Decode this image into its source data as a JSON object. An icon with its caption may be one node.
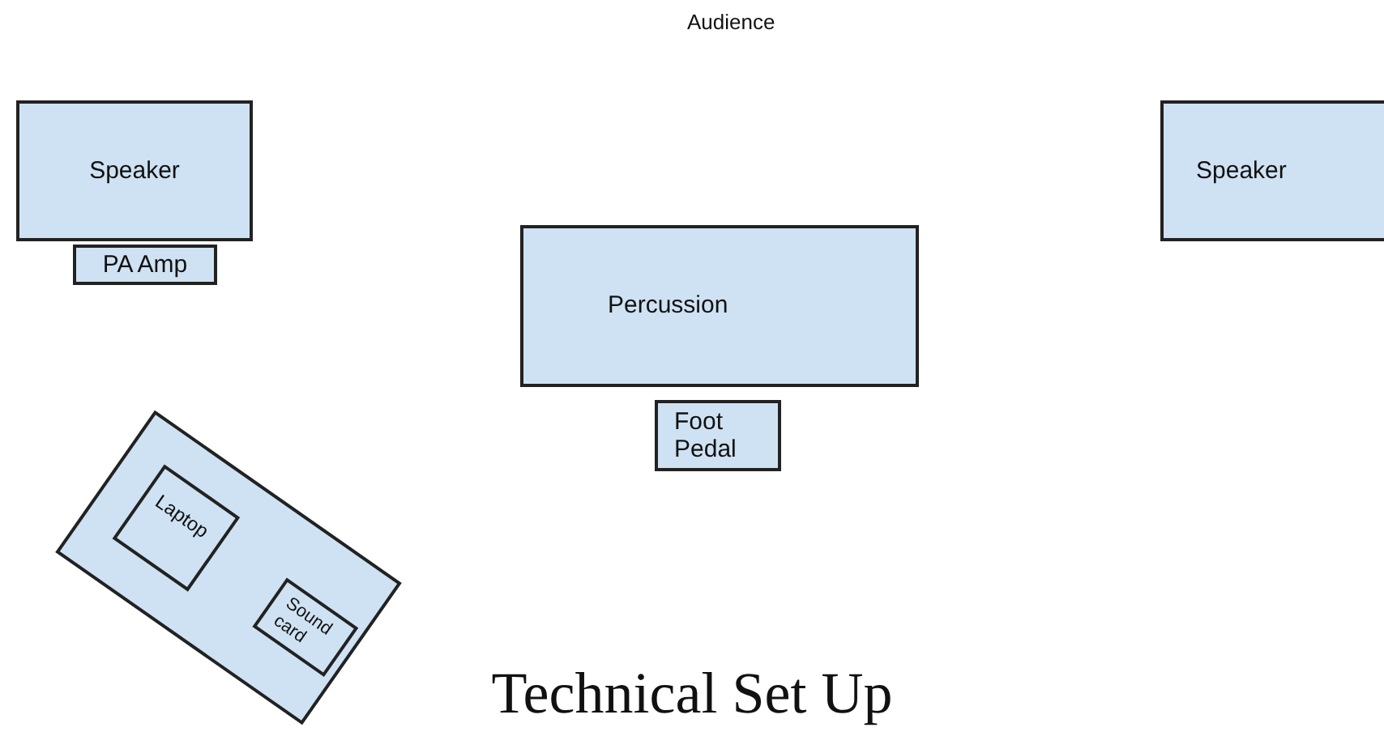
{
  "diagram": {
    "title": "Technical Set Up",
    "nodes": [
      {
        "text": [
          "Speaker"
        ]
      },
      {
        "text": [
          "Speaker"
        ]
      },
      {
        "text": [
          "PA Amp"
        ]
      },
      {
        "text": [
          "Percussion"
        ]
      },
      {
        "text": [
          "Foot Pedal"
        ]
      },
      {
        "text": [],
        "shape": "box"
      },
      {
        "text": [
          "Laptop"
        ],
        "in": 5
      },
      {
        "text": [
          "Sound card"
        ],
        "in": 5
      }
    ],
    "edges": [],
    "labels": [
      "Audience"
    ]
  }
}
